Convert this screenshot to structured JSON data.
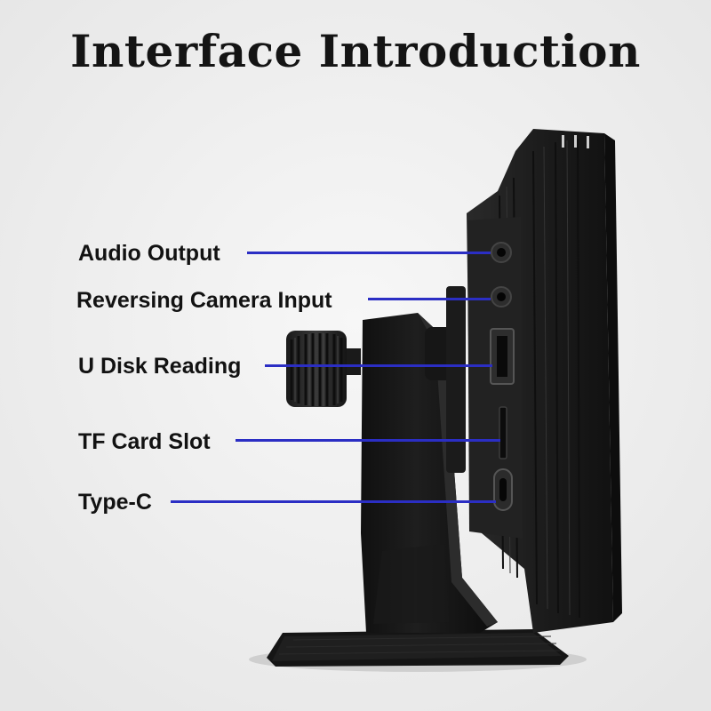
{
  "title": "Interface Introduction",
  "callouts": [
    {
      "label": "Audio Output"
    },
    {
      "label": "Reversing Camera Input"
    },
    {
      "label": "U Disk Reading"
    },
    {
      "label": "TF Card Slot"
    },
    {
      "label": "Type-C"
    }
  ],
  "colors": {
    "line": "#2b2ec4",
    "background": "#f1f1f1",
    "device": "#1e1e1e"
  }
}
